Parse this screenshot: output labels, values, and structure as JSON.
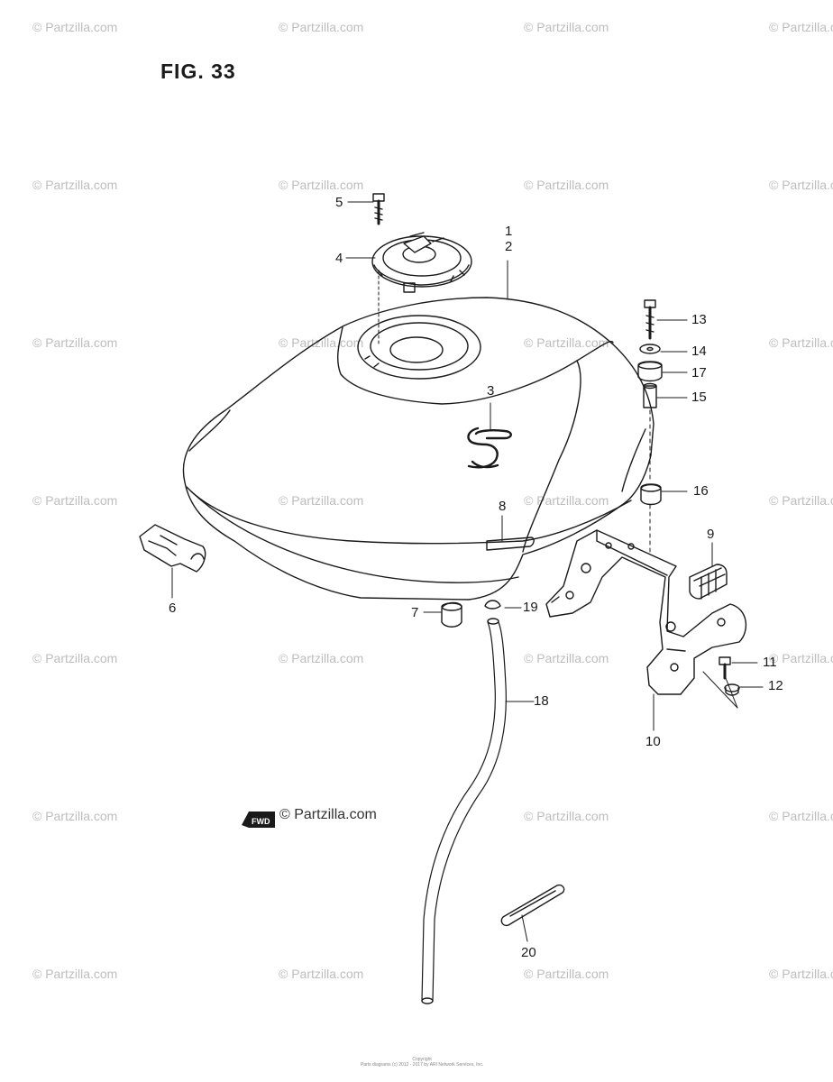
{
  "figure": {
    "title": "FIG. 33",
    "watermark": "© Partzilla.com",
    "fwd_logo_text": "© Partzilla.com",
    "fwd_label": "FWD",
    "tank_emblem": "S",
    "footer_line1": "Copyright",
    "footer_line2": "Parts diagrams (c) 2012 - 2017 by ARI Network Services, Inc."
  },
  "callouts": {
    "c1": "1",
    "c2": "2",
    "c3": "3",
    "c4": "4",
    "c5": "5",
    "c6": "6",
    "c7": "7",
    "c8": "8",
    "c9": "9",
    "c10": "10",
    "c11": "11",
    "c12": "12",
    "c13": "13",
    "c14": "14",
    "c15": "15",
    "c16": "16",
    "c17": "17",
    "c18": "18",
    "c19": "19",
    "c20": "20"
  }
}
